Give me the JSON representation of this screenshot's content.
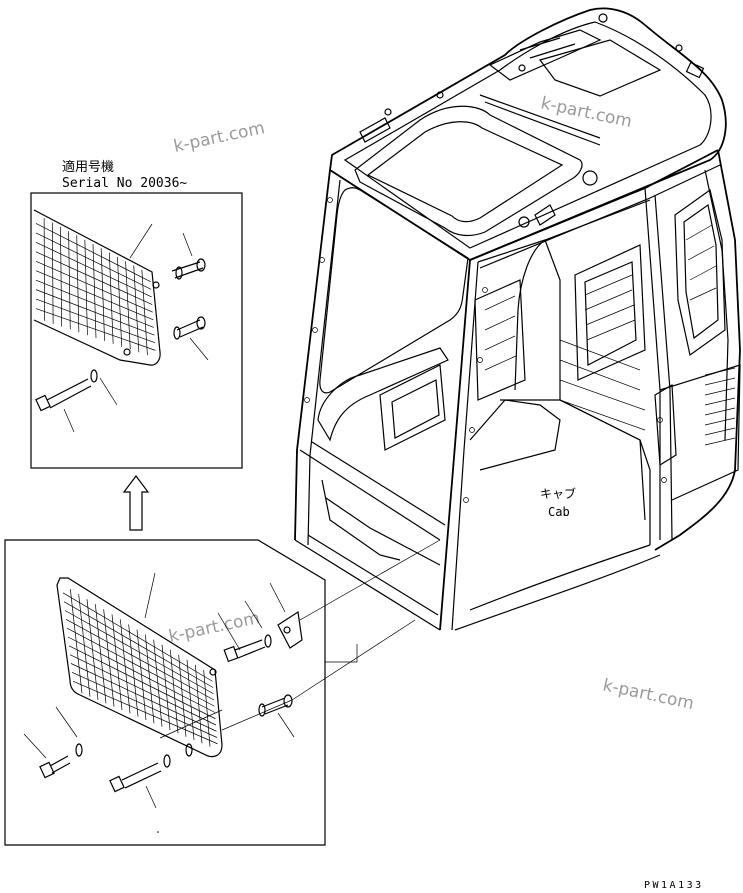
{
  "inset_label": {
    "japanese": "適用号機",
    "serial": "Serial No 20036~"
  },
  "cab_label": {
    "japanese": "キャブ",
    "english": "Cab"
  },
  "drawing_code": "PW1A133",
  "watermarks": [
    "k-part.com",
    "k-part.com",
    "k-part.com",
    "k-part.com"
  ],
  "arrow_direction": "up"
}
